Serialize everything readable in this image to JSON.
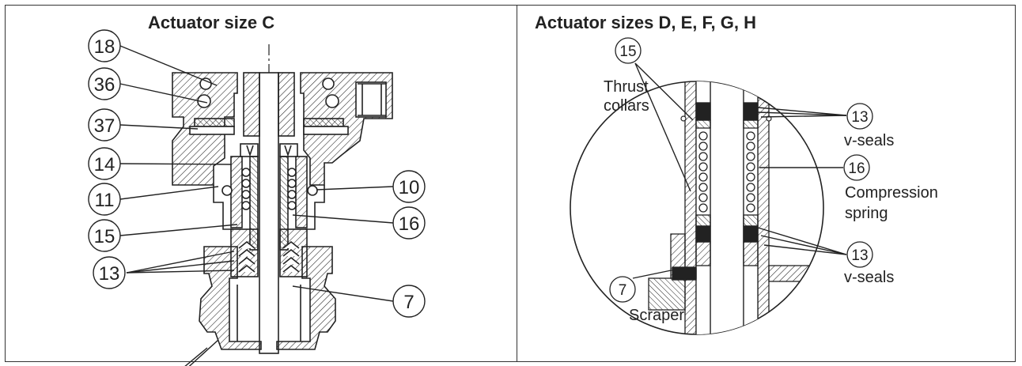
{
  "left_panel": {
    "title": "Actuator size C",
    "callouts": [
      "18",
      "36",
      "37",
      "14",
      "11",
      "15",
      "13",
      "10",
      "16",
      "7"
    ]
  },
  "right_panel": {
    "title": "Actuator sizes D, E, F, G, H",
    "callouts": [
      {
        "number": "15",
        "label_lines": [
          "Thrust",
          "collars"
        ]
      },
      {
        "number": "13",
        "label_lines": [
          "v-seals"
        ]
      },
      {
        "number": "16",
        "label_lines": [
          "Compression",
          "spring"
        ]
      },
      {
        "number": "13",
        "label_lines": [
          "v-seals"
        ]
      },
      {
        "number": "7",
        "label_lines": [
          "Scraper"
        ]
      }
    ]
  }
}
